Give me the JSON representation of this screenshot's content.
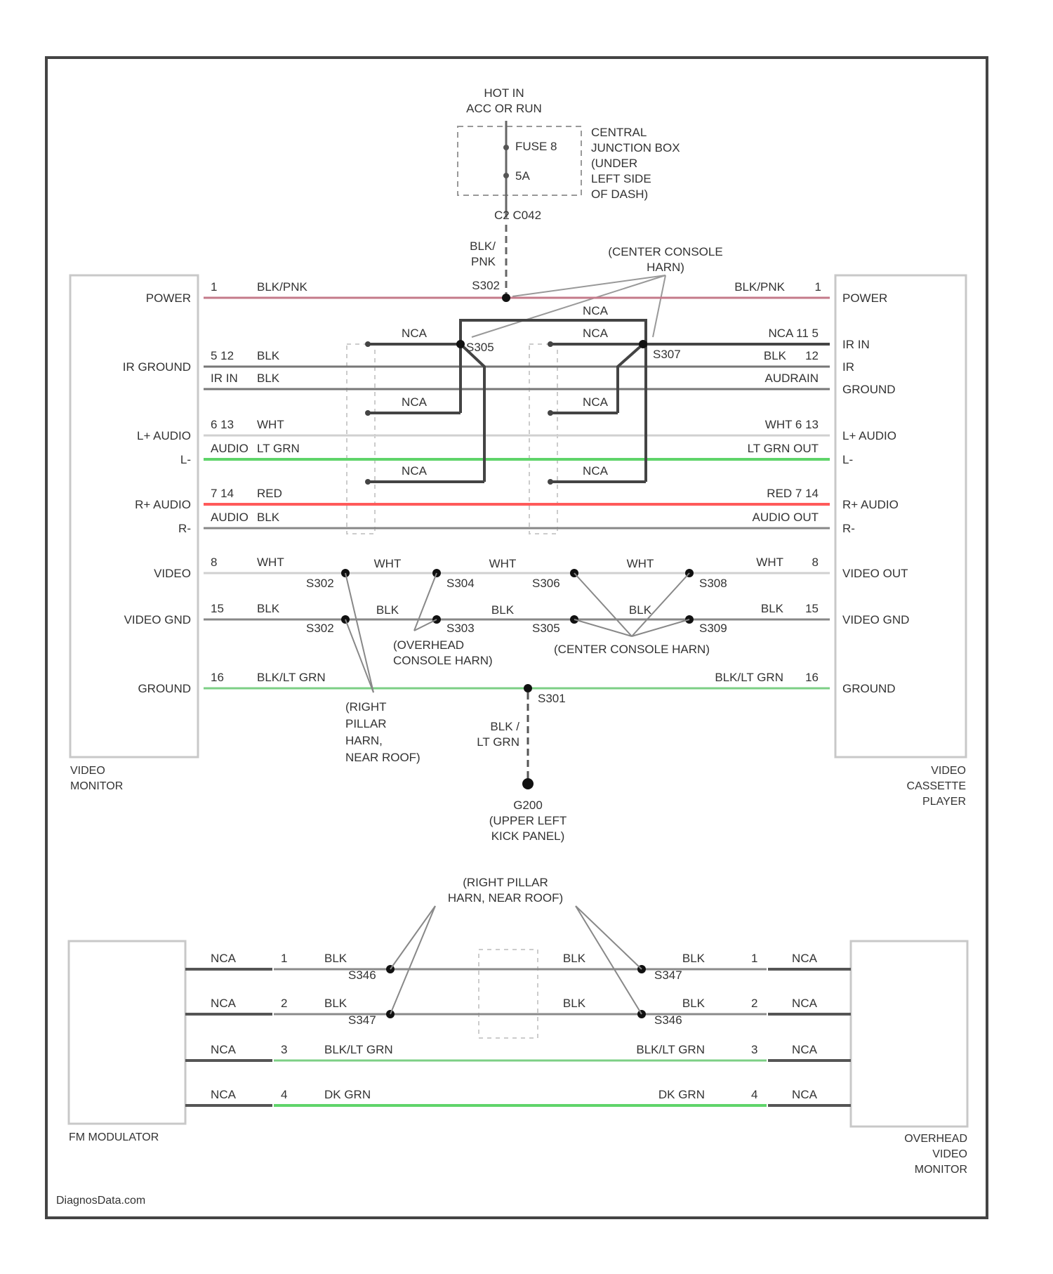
{
  "colors": {
    "frame": "#444444",
    "wire_dark": "#555555",
    "wire_gray": "#8a8a8a",
    "wire_white": "#d0d0d0",
    "wire_pink": "#c47a8a",
    "wire_green": "#5fd46a",
    "wire_red": "#ff5a5a",
    "wire_ltgreen": "#7ccf85",
    "box": "#c8c8c8"
  },
  "fuse": {
    "hot_line1": "HOT IN",
    "hot_line2": "ACC OR RUN",
    "name": "FUSE 8",
    "rating": "5A",
    "connector": "C2 C042",
    "junction_box": [
      "CENTRAL",
      "JUNCTION BOX",
      "(UNDER",
      "LEFT SIDE",
      "OF DASH)"
    ],
    "feed_color": [
      "BLK/",
      "PNK"
    ],
    "splice": "S302"
  },
  "center_console_harness_top": [
    "(CENTER CONSOLE",
    "HARN)"
  ],
  "video_monitor": {
    "name": [
      "VIDEO",
      "MONITOR"
    ],
    "pins": [
      "POWER",
      "IR GROUND",
      "L+ AUDIO",
      "L-",
      "R+ AUDIO",
      "R-",
      "VIDEO",
      "VIDEO GND",
      "GROUND"
    ]
  },
  "vcp": {
    "name": [
      "VIDEO",
      "CASSETTE",
      "PLAYER"
    ],
    "pins": [
      "POWER",
      "IR IN",
      "IR",
      "GROUND",
      "L+ AUDIO",
      "L-",
      "R+ AUDIO",
      "R-",
      "VIDEO OUT",
      "VIDEO GND",
      "GROUND"
    ]
  },
  "wire_labels_left": [
    {
      "pin": "1",
      "color": "BLK/PNK"
    },
    {
      "pin": "5 12",
      "color": "BLK"
    },
    {
      "pin": "IR IN",
      "color": "BLK"
    },
    {
      "pin": "6 13",
      "color": "WHT"
    },
    {
      "pin": "AUDIO",
      "color": "LT GRN"
    },
    {
      "pin": "7 14",
      "color": "RED"
    },
    {
      "pin": "AUDIO",
      "color": "BLK"
    },
    {
      "pin": "8",
      "color": "WHT"
    },
    {
      "pin": "15",
      "color": "BLK"
    },
    {
      "pin": "16",
      "color": "BLK/LT GRN"
    }
  ],
  "wire_labels_right": [
    {
      "pin": "1",
      "color": "BLK/PNK"
    },
    {
      "pin": "NCA 11 5",
      "color": ""
    },
    {
      "pin": "12",
      "color": "BLK"
    },
    {
      "pin": "",
      "color": "AUDRAIN"
    },
    {
      "pin": "WHT 6 13",
      "color": ""
    },
    {
      "pin": "",
      "color": "LT GRN OUT"
    },
    {
      "pin": "RED 7 14",
      "color": ""
    },
    {
      "pin": "",
      "color": "AUDIO OUT"
    },
    {
      "pin": "8",
      "color": "WHT"
    },
    {
      "pin": "15",
      "color": "BLK"
    },
    {
      "pin": "16",
      "color": "BLK/LT GRN"
    }
  ],
  "nca": "NCA",
  "splices": {
    "s305": "S305",
    "s307": "S307",
    "s302": "S302",
    "s304": "S304",
    "s306": "S306",
    "s308": "S308",
    "s303": "S303",
    "s305b": "S305",
    "s309": "S309",
    "s301": "S301"
  },
  "mid_wire_colors": {
    "wht": "WHT",
    "blk": "BLK"
  },
  "overhead_console_harn": [
    "(OVERHEAD",
    "CONSOLE HARN)"
  ],
  "center_console_harn_bottom": "(CENTER CONSOLE HARN)",
  "right_pillar_left": [
    "(RIGHT",
    "PILLAR",
    "HARN,",
    "NEAR ROOF)"
  ],
  "ground_drop": {
    "color": [
      "BLK /",
      "LT GRN"
    ],
    "ground": "G200",
    "location": [
      "(UPPER LEFT",
      "KICK PANEL)"
    ]
  },
  "bottom": {
    "right_pillar": [
      "(RIGHT PILLAR",
      "HARN, NEAR ROOF)"
    ],
    "fm_modulator": "FM MODULATOR",
    "overhead_video_monitor": [
      "OVERHEAD",
      "VIDEO",
      "MONITOR"
    ],
    "rows": [
      {
        "lpin": "1",
        "lcolor": "BLK",
        "splice_l": "S346",
        "rcolor_mid": "BLK",
        "splice_r": "S347",
        "rcolor": "BLK",
        "rpin": "1"
      },
      {
        "lpin": "2",
        "lcolor": "BLK",
        "splice_l": "S347",
        "rcolor_mid": "BLK",
        "splice_r": "S346",
        "rcolor": "BLK",
        "rpin": "2"
      },
      {
        "lpin": "3",
        "lcolor": "BLK/LT GRN",
        "splice_l": "",
        "rcolor_mid": "",
        "splice_r": "",
        "rcolor": "BLK/LT GRN",
        "rpin": "3"
      },
      {
        "lpin": "4",
        "lcolor": "DK GRN",
        "splice_l": "",
        "rcolor_mid": "",
        "splice_r": "",
        "rcolor": "DK GRN",
        "rpin": "4"
      }
    ]
  },
  "watermark": "DiagnosData.com"
}
